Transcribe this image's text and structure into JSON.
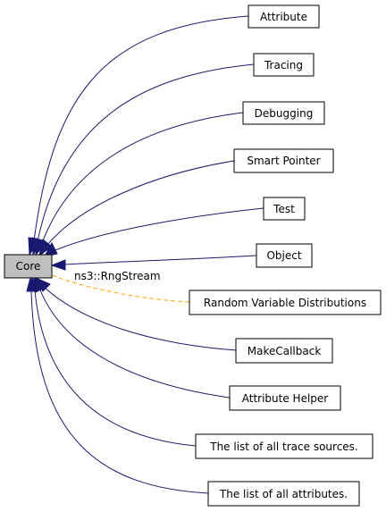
{
  "diagram": {
    "core": {
      "label": "Core",
      "fill": "#bfbfbf"
    },
    "edge_color": "#191970",
    "dashed_edge_color": "#ffa500",
    "nodes": [
      {
        "id": "attribute",
        "label": "Attribute"
      },
      {
        "id": "tracing",
        "label": "Tracing"
      },
      {
        "id": "debugging",
        "label": "Debugging"
      },
      {
        "id": "smart-pointer",
        "label": "Smart Pointer"
      },
      {
        "id": "test",
        "label": "Test"
      },
      {
        "id": "object",
        "label": "Object"
      },
      {
        "id": "random-variable-distributions",
        "label": "Random Variable Distributions"
      },
      {
        "id": "makecallback",
        "label": "MakeCallback"
      },
      {
        "id": "attribute-helper",
        "label": "Attribute Helper"
      },
      {
        "id": "trace-sources",
        "label": "The list of all trace sources."
      },
      {
        "id": "all-attributes",
        "label": "The list of all attributes."
      }
    ],
    "dashed_edge_label": "ns3::RngStream"
  }
}
